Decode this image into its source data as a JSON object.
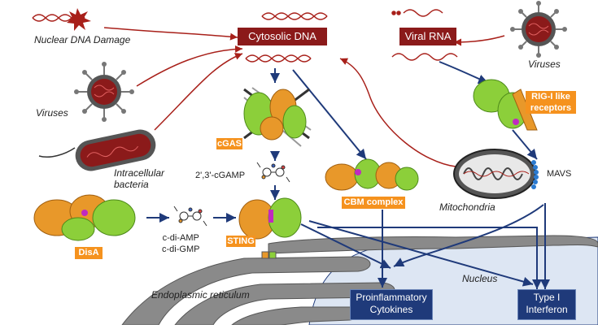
{
  "labels": {
    "nuclear_dna_damage": "Nuclear DNA Damage",
    "viruses_left": "Viruses",
    "intracellular_bacteria_line1": "Intracellular",
    "intracellular_bacteria_line2": "bacteria",
    "cytosolic_dna": "Cytosolic DNA",
    "viral_rna": "Viral RNA",
    "viruses_right": "Viruses",
    "cgas": "cGAS",
    "cgamp": "2',3'-cGAMP",
    "disa": "DisA",
    "c_di_amp": "c-di-AMP",
    "c_di_gmp": "c-di-GMP",
    "sting": "STING",
    "cbm_complex": "CBM complex",
    "rig_line1": "RIG-I like",
    "rig_line2": "receptors",
    "mavs": "MAVS",
    "mitochondria": "Mitochondria",
    "endoplasmic_reticulum": "Endoplasmic reticulum",
    "nucleus": "Nucleus",
    "proinflammatory_line1": "Proinflammatory",
    "proinflammatory_line2": "Cytokines",
    "interferon_line1": "Type I",
    "interferon_line2": "Interferon"
  },
  "colors": {
    "dark_red": "#8b1a1a",
    "orange": "#f5921e",
    "navy": "#1f3a7a",
    "nucleus_fill": "#dde6f3",
    "er_gray": "#8a8a8a",
    "protein_green": "#8ccf3a",
    "protein_orange": "#e8982a"
  }
}
